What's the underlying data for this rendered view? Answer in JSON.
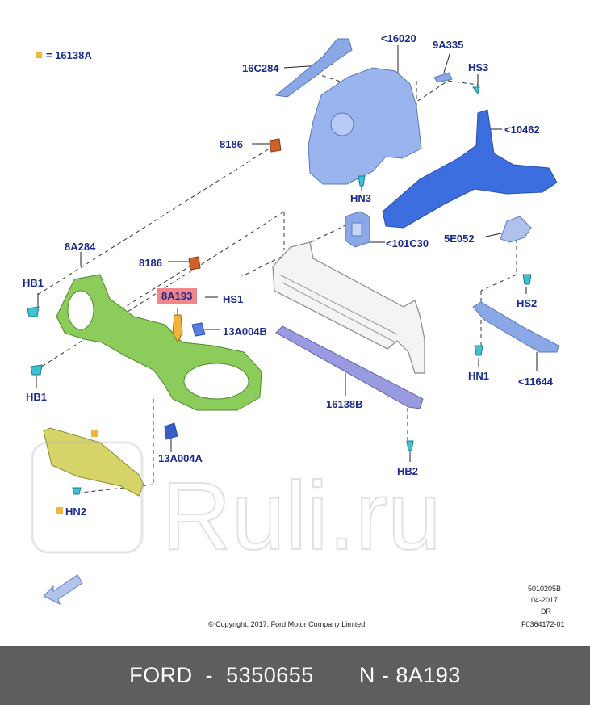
{
  "legend": {
    "text": "= 16138A",
    "color": "#f2b43a"
  },
  "parts": {
    "p16020": "<16020",
    "p9A335": "9A335",
    "pHS3": "HS3",
    "p16C284": "16C284",
    "p10462": "<10462",
    "p8186a": "8186",
    "pHN3": "HN3",
    "p101C30": "<101C30",
    "p5E052": "5E052",
    "p8A284": "8A284",
    "p8186b": "8186",
    "pHB1a": "HB1",
    "p8A193": "8A193",
    "pHS1": "HS1",
    "p13A004B": "13A004B",
    "pHS2": "HS2",
    "pHN1": "HN1",
    "p11644": "<11644",
    "pHB1b": "HB1",
    "p16138B": "16138B",
    "p13A004A": "13A004A",
    "pHN2": "HN2",
    "pHB2": "HB2"
  },
  "watermark": "Ruli.ru",
  "meta": {
    "code1": "5010205B",
    "date": "04-2017",
    "dr": "DR",
    "ref": "F0364172-01",
    "copyright": "© Copyright, 2017, Ford Motor Company Limited"
  },
  "footer": {
    "brand": "FORD",
    "sep": "-",
    "partnum": "5350655",
    "n": "N - 8A193"
  },
  "colors": {
    "label": "#1c2a8c",
    "highlight": "#f2868c",
    "green": "#8ccc5a",
    "blue": "#3c6ee0",
    "lightblue": "#8aa8e6",
    "lavender": "#9a9ae0",
    "orange": "#d0602c",
    "teal": "#40c0d0",
    "footer_bg": "#5e5e5e"
  }
}
